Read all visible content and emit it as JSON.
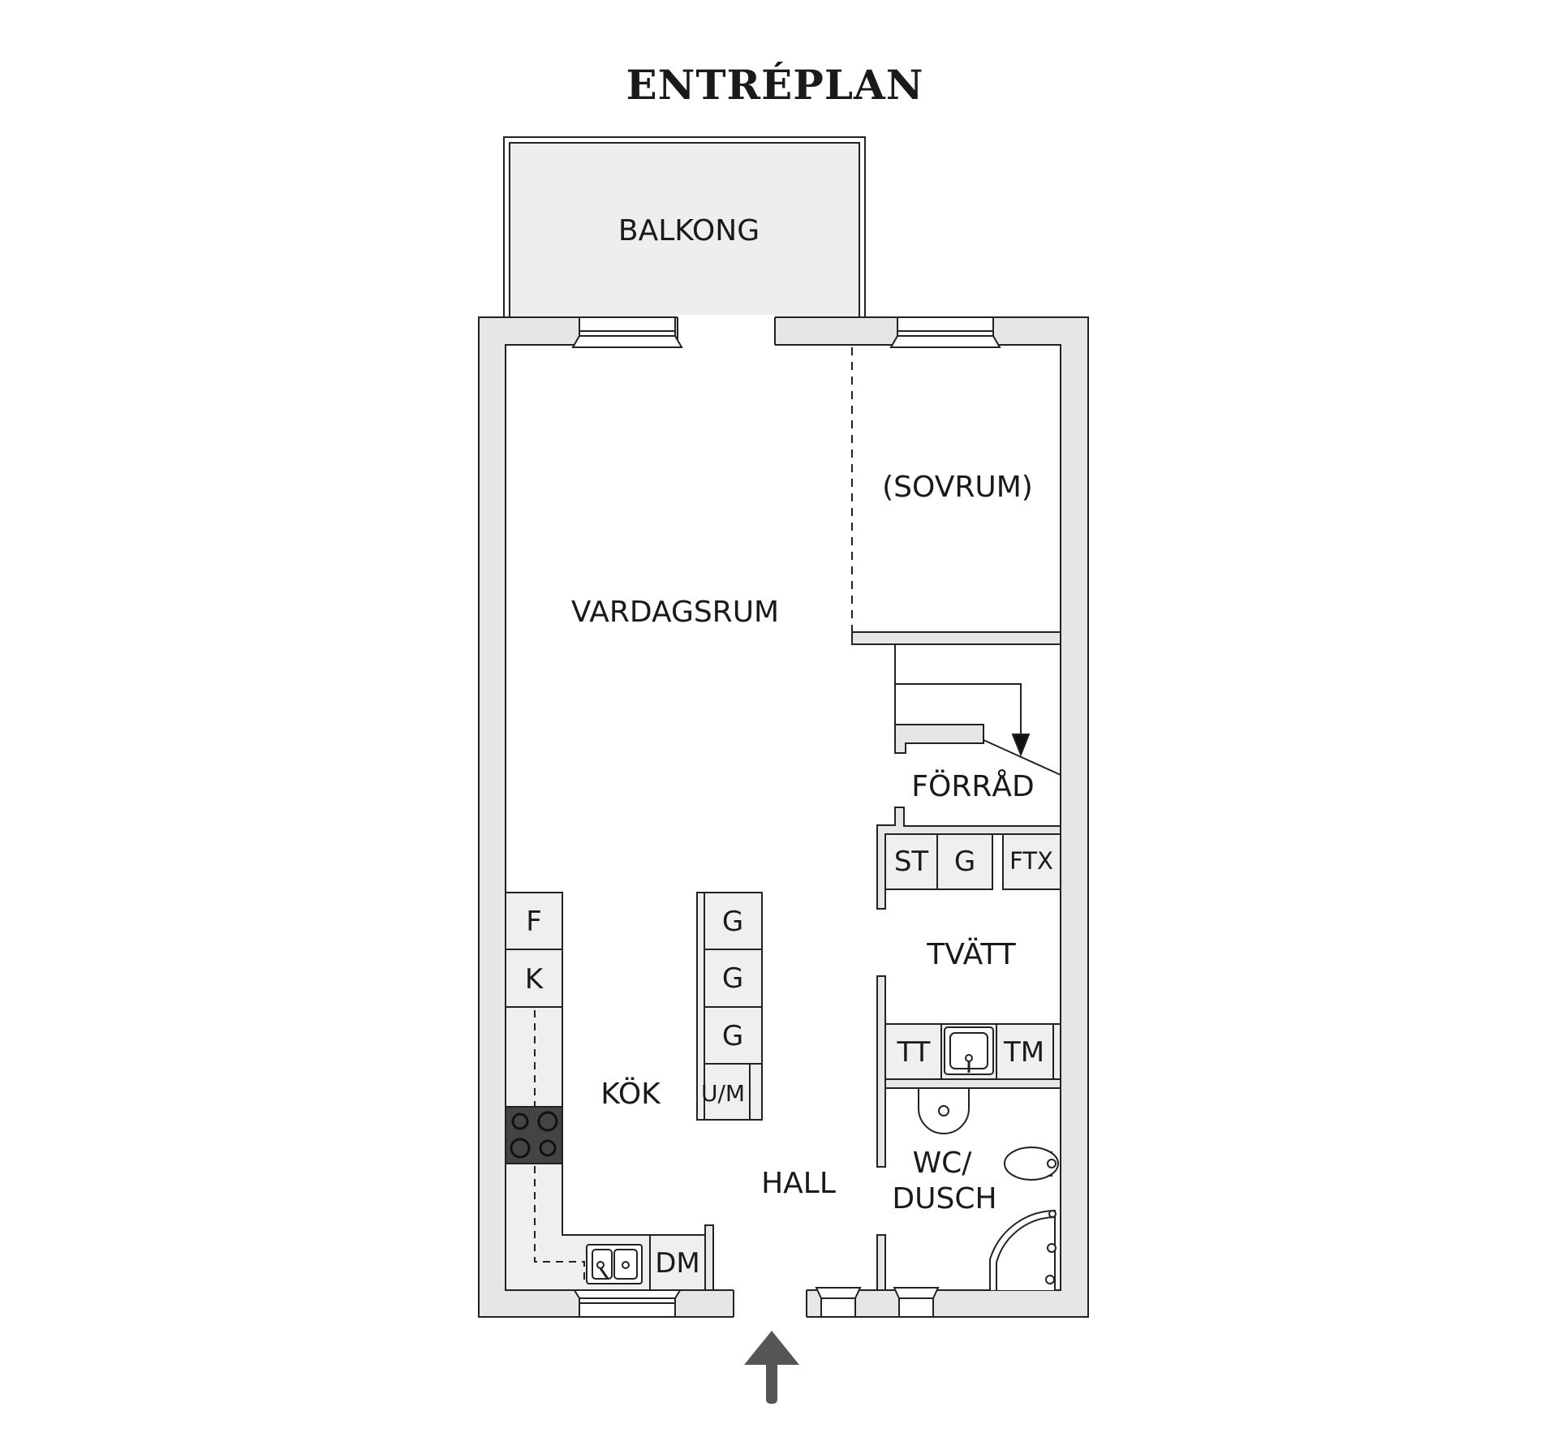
{
  "title": "ENTRÉPLAN",
  "colors": {
    "wall": "#e6e6e6",
    "outline": "#222222",
    "balcony": "#eeeeee",
    "counter": "#efefef",
    "arrow": "#555555",
    "stove": "#444444"
  },
  "rooms": {
    "balkong": "BALKONG",
    "sovrum": "(SOVRUM)",
    "vardagsrum": "VARDAGSRUM",
    "forrad": "FÖRRÅD",
    "tvatt": "TVÄTT",
    "kok": "KÖK",
    "hall": "HALL",
    "wc_line1": "WC/",
    "wc_line2": "DUSCH"
  },
  "appliances": {
    "fridge": "F",
    "freezer": "K",
    "island_cabinets": [
      "G",
      "G",
      "G"
    ],
    "oven_micro": "U/M",
    "dishwasher": "DM",
    "drying_cabinet": "ST",
    "laundry_cabinet": "G",
    "ventilation": "FTX",
    "tumble_dryer": "TT",
    "washing_machine": "TM"
  },
  "icons": {
    "entrance": "entrance-arrow-icon",
    "stairs_arrow": "stairs-down-arrow-icon",
    "stove": "stove-icon",
    "kitchen_sink": "kitchen-sink-icon",
    "laundry_sink": "laundry-sink-icon",
    "washbasin": "washbasin-icon",
    "toilet": "toilet-icon",
    "shower": "shower-icon"
  }
}
